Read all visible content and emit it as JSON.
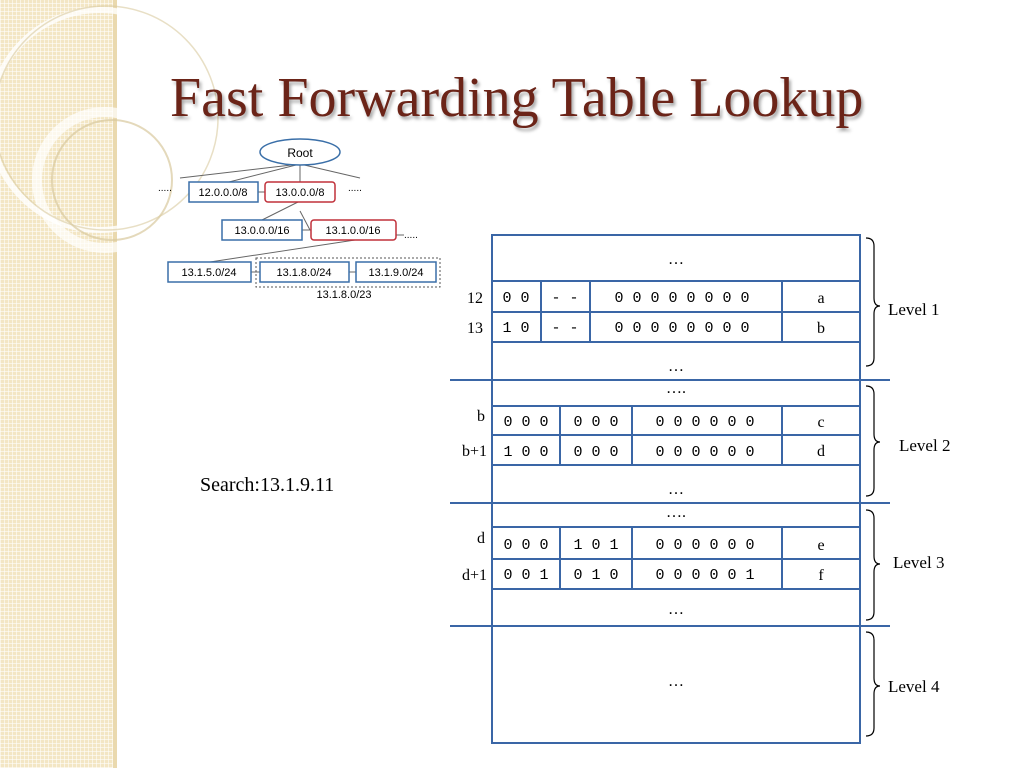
{
  "title": "Fast Forwarding Table Lookup",
  "search_label": "Search:13.1.9.11",
  "colors": {
    "title": "#6b2418",
    "node_blue": "#3a6fa8",
    "node_red": "#c0303a",
    "table_border": "#3a66a6",
    "band": "#f3e6c4"
  },
  "tree": {
    "root": "Root",
    "ellipsis": ".....",
    "level1": [
      "12.0.0.0/8",
      "13.0.0.0/8"
    ],
    "level2": [
      "13.0.0.0/16",
      "13.1.0.0/16"
    ],
    "level3": [
      "13.1.5.0/24",
      "13.1.8.0/24",
      "13.1.9.0/24"
    ],
    "group_label": "13.1.8.0/23"
  },
  "table": {
    "ellipsis": "…",
    "ellipsis4": "….",
    "levels": [
      "Level 1",
      "Level 2",
      "Level 3",
      "Level 4"
    ],
    "rows": [
      {
        "index": "12",
        "groups": [
          "0 0",
          "- -",
          "0 0 0 0 0 0 0 0"
        ],
        "pointer": "a"
      },
      {
        "index": "13",
        "groups": [
          "1 0",
          "- -",
          "0 0 0 0 0 0 0 0"
        ],
        "pointer": "b"
      },
      {
        "index": "b",
        "groups": [
          "0 0 0",
          "0 0 0",
          "0 0 0 0 0 0"
        ],
        "pointer": "c"
      },
      {
        "index": "b+1",
        "groups": [
          "1 0 0",
          "0 0 0",
          "0 0 0 0 0 0"
        ],
        "pointer": "d"
      },
      {
        "index": "d",
        "groups": [
          "0 0 0",
          "1 0 1",
          "0 0 0 0 0 0"
        ],
        "pointer": "e"
      },
      {
        "index": "d+1",
        "groups": [
          "0 0 1",
          "0 1 0",
          "0 0 0 0 0 1"
        ],
        "pointer": "f"
      }
    ]
  }
}
